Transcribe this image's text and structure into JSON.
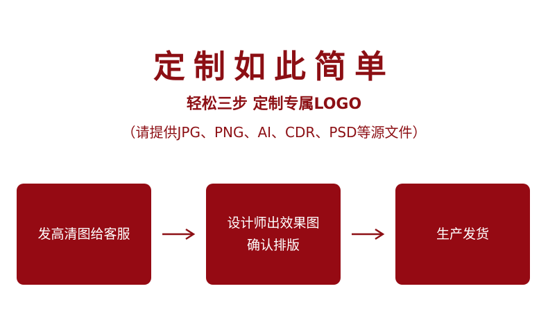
{
  "header": {
    "title": "定制如此简单",
    "subtitle": "轻松三步 定制专属LOGO",
    "note": "（请提供JPG、PNG、AI、CDR、PSD等源文件）"
  },
  "steps": [
    {
      "lines": [
        "发高清图给客服"
      ]
    },
    {
      "lines": [
        "设计师出效果图",
        "确认排版"
      ]
    },
    {
      "lines": [
        "生产发货"
      ]
    }
  ],
  "colors": {
    "accent": "#8c0f14",
    "step_bg": "#950a13",
    "step_text": "#ffffff"
  },
  "icons": [
    "arrow-right-icon",
    "arrow-right-icon"
  ]
}
